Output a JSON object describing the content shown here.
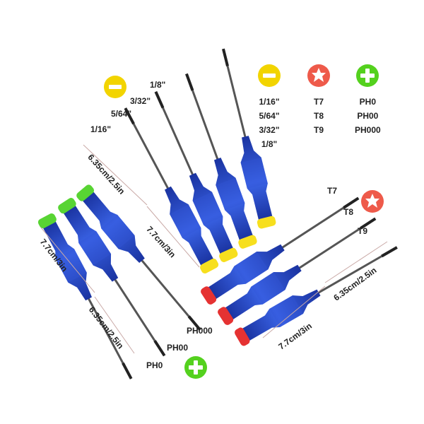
{
  "legend": {
    "slotted": {
      "icon": "minus-icon",
      "color": "#f2d400",
      "sizes": [
        "1/16\"",
        "5/64\"",
        "3/32\"",
        "1/8\""
      ]
    },
    "torx": {
      "icon": "star-icon",
      "color": "#ee5a4a",
      "sizes": [
        "T7",
        "T8",
        "T9"
      ]
    },
    "phillips": {
      "icon": "plus-icon",
      "color": "#54d11e",
      "sizes": [
        "PH0",
        "PH00",
        "PH000"
      ]
    }
  },
  "slotted_group": {
    "tip_labels": [
      "1/16\"",
      "5/64\"",
      "3/32\"",
      "1/8\""
    ],
    "dim_shaft": "6.35cm/2.5in",
    "dim_handle": "7.7cm/3in",
    "cap_color": "#f7df1e",
    "badge_icon": "minus-icon"
  },
  "torx_group": {
    "tip_labels": [
      "T7",
      "T8",
      "T9"
    ],
    "dim_shaft": "6.35cm/2.5in",
    "dim_handle": "7.7cm/3in",
    "cap_color": "#e53232",
    "badge_icon": "star-icon"
  },
  "phillips_group": {
    "tip_labels": [
      "PH000",
      "PH00",
      "PH0"
    ],
    "dim_handle": "7.7cm/3in",
    "dim_shaft": "6.35cm/2.5in",
    "cap_color": "#58d433",
    "badge_icon": "plus-icon"
  },
  "colors": {
    "handle_blue": "#2547c9",
    "shaft": "#555555"
  }
}
